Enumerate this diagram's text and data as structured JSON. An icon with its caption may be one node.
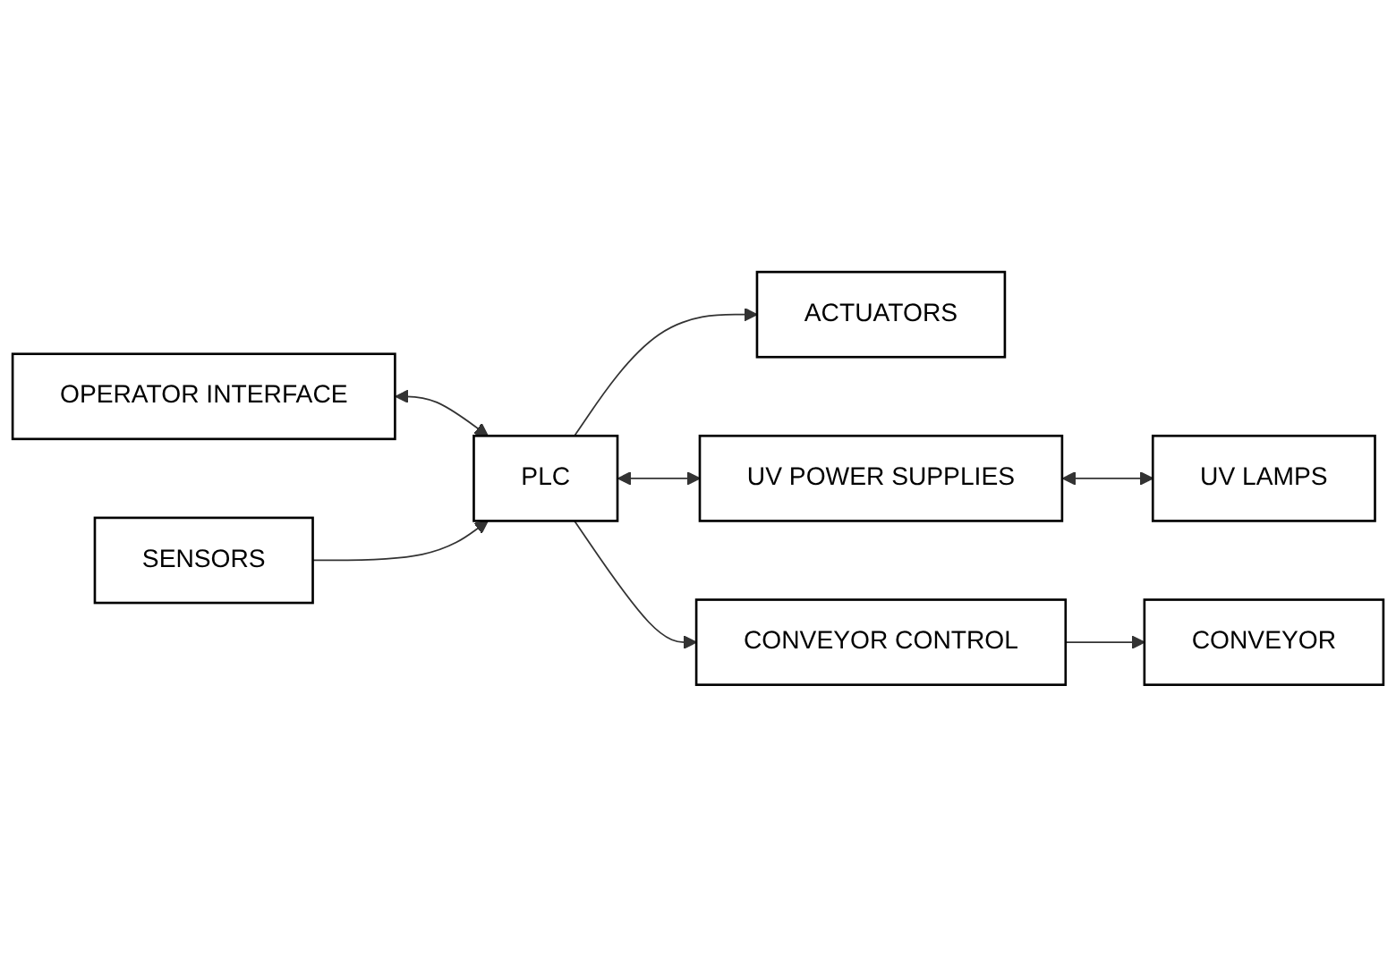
{
  "diagram": {
    "nodes": [
      {
        "text": [
          "OPERATOR INTERFACE"
        ]
      },
      {
        "text": [
          "SENSORS"
        ]
      },
      {
        "text": [
          "PLC"
        ]
      },
      {
        "text": [
          "ACTUATORS"
        ]
      },
      {
        "text": [
          "UV POWER SUPPLIES"
        ]
      },
      {
        "text": [
          "CONVEYOR CONTROL"
        ]
      },
      {
        "text": [
          "UV LAMPS"
        ]
      },
      {
        "text": [
          "CONVEYOR"
        ]
      }
    ],
    "edges": [
      {
        "from": 0,
        "to": 2,
        "arrow": "both"
      },
      {
        "from": 1,
        "to": 2,
        "arrow": "to"
      },
      {
        "from": 2,
        "to": 3,
        "arrow": "to"
      },
      {
        "from": 2,
        "to": 4,
        "arrow": "both"
      },
      {
        "from": 2,
        "to": 5,
        "arrow": "to"
      },
      {
        "from": 4,
        "to": 6,
        "arrow": "both"
      },
      {
        "from": 5,
        "to": 7,
        "arrow": "to"
      }
    ]
  }
}
